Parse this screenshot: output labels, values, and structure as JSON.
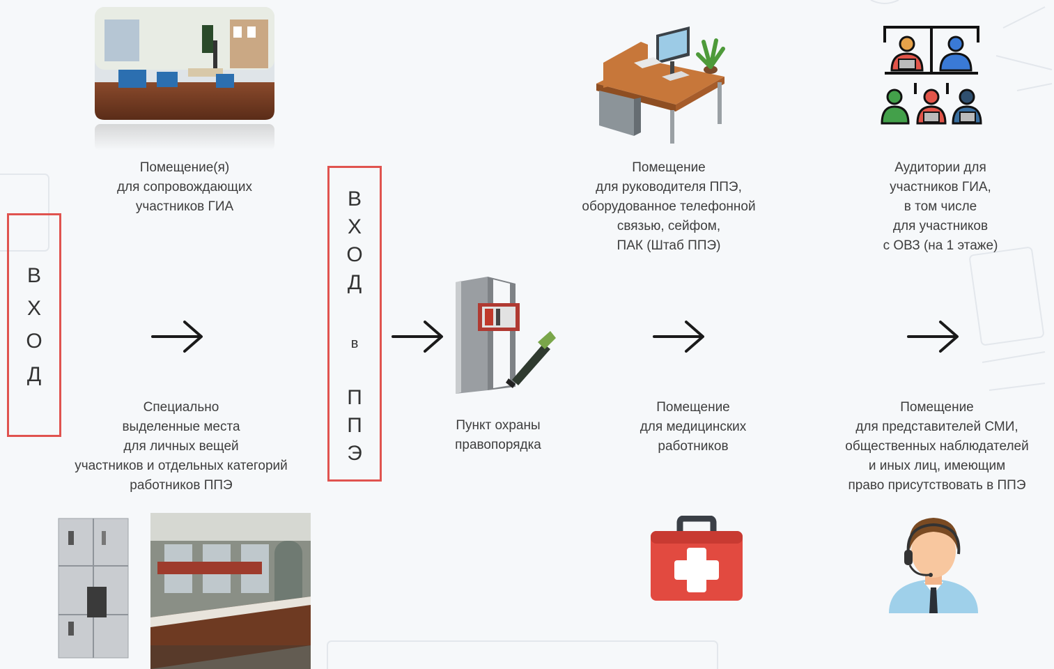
{
  "entries": {
    "main": {
      "letters": [
        "В",
        "Х",
        "О",
        "Д"
      ]
    },
    "ppe": {
      "letters": [
        "В",
        "Х",
        "О",
        "Д",
        "в",
        "П",
        "П",
        "Э"
      ]
    }
  },
  "captions": {
    "escort_room": [
      "Помещение(я)",
      "для сопровождающих",
      "участников ГИА"
    ],
    "personal_items": [
      "Специально",
      "выделенные места",
      "для личных вещей",
      "участников и отдельных категорий",
      "работников ППЭ"
    ],
    "security_post": [
      "Пункт охраны",
      "правопорядка"
    ],
    "head_room": [
      "Помещение",
      "для руководителя ППЭ,",
      "оборудованное телефонной",
      "связью, сейфом,",
      "ПАК (Штаб ППЭ)"
    ],
    "medical_room": [
      "Помещение",
      "для медицинских",
      "работников"
    ],
    "auditoriums": [
      "Аудитории для",
      "участников ГИА,",
      "в том числе",
      "для участников",
      "с ОВЗ (на 1 этаже)"
    ],
    "media_room": [
      "Помещение",
      "для представителей СМИ,",
      "общественных наблюдателей",
      "и иных лиц, имеющим",
      "право присутствовать в ППЭ"
    ]
  },
  "colors": {
    "entry_border": "#e0534f",
    "arrow": "#1a1a1a",
    "text": "#3d3d3d",
    "background": "#f6f8fa"
  },
  "icons": [
    "waiting-room-photo",
    "locker-photo",
    "cloakroom-photo",
    "metal-detector-icon",
    "office-desk-icon",
    "auditorium-people-icon",
    "first-aid-kit-icon",
    "operator-headset-icon"
  ]
}
